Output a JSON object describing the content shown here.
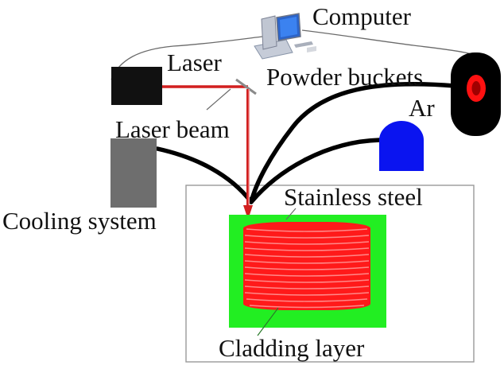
{
  "labels": {
    "computer": "Computer",
    "laser": "Laser",
    "powder_buckets": "Powder buckets",
    "laser_beam": "Laser beam",
    "ar": "Ar",
    "stainless_steel": "Stainless steel",
    "cooling_system": "Cooling system",
    "cladding_layer": "Cladding layer"
  },
  "colors": {
    "laser_beam": "#d21f1f",
    "cladding": "#ff1a1a",
    "substrate": "#22ee22",
    "argon_tank": "#0a14f0",
    "cooling_system": "#6e6e6e",
    "laser_head": "#111111",
    "hose": "#000000"
  },
  "icons": {
    "computer": "desktop-computer-icon"
  }
}
